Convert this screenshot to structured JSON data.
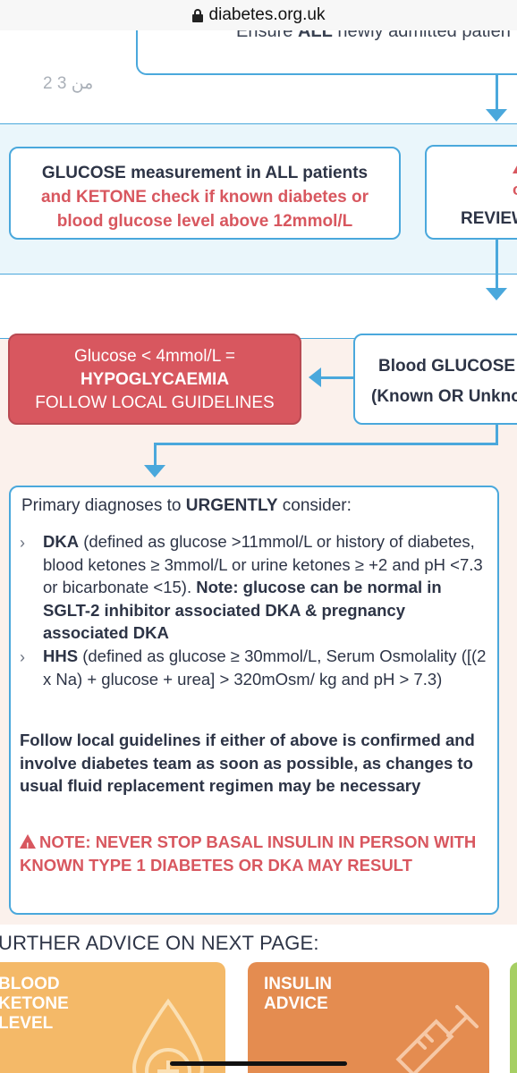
{
  "browser": {
    "url": "diabetes.org.uk"
  },
  "page_number": "2 من 3",
  "top_box": {
    "text_prefix": "Ensure ",
    "text_bold": "ALL",
    "text_suffix": " newly admitted patien"
  },
  "glucose_box": {
    "line1_bold": "GLUCOSE measurement in ALL patients",
    "line2_a": "and KETONE check ",
    "line2_b": "if known diabetes or",
    "line3": "blood glucose level above 12mmol/L"
  },
  "review_box": {
    "o": "o",
    "label": "REVIEW"
  },
  "hypo_box": {
    "line1": "Glucose < 4mmol/L =",
    "line2": "HYPOGLYCAEMIA",
    "line3": "FOLLOW LOCAL GUIDELINES"
  },
  "blood_glucose_box": {
    "line1": "Blood GLUCOSE",
    "line2": "(Known OR Unkno"
  },
  "diagnoses": {
    "intro_prefix": "Primary diagnoses to ",
    "intro_bold": "URGENTLY",
    "intro_suffix": " consider:",
    "bullet": "›",
    "dka_bold": "DKA",
    "dka_text": " (defined as glucose >11mmol/L or history of diabetes, blood ketones ≥ 3mmol/L or urine ketones ≥ +2 and pH <7.3 or bicarbonate <15). ",
    "dka_note": "Note: glucose can be normal in SGLT-2 inhibitor associated DKA & pregnancy associated DKA",
    "hhs_bold": "HHS",
    "hhs_text": " (defined as glucose ≥ 30mmol/L, Serum Osmolality ([(2 x Na) + glucose + urea] > 320mOsm/ kg and pH > 7.3)",
    "follow": "Follow local guidelines if either of above is confirmed and involve diabetes team as soon as possible, as changes to usual fluid replacement regimen may be necessary",
    "warning": "NOTE: NEVER STOP BASAL INSULIN IN PERSON WITH KNOWN TYPE 1 DIABETES OR DKA MAY RESULT"
  },
  "further_advice": "URTHER ADVICE ON NEXT PAGE:",
  "cards": {
    "ketone": {
      "line1": "BLOOD",
      "line2": "KETONE",
      "line3": "LEVEL"
    },
    "insulin": {
      "line1": "INSULIN",
      "line2": "ADVICE"
    }
  },
  "colors": {
    "accent_blue": "#4aa8dc",
    "alert_red": "#d8575f",
    "card_yellow": "#f4b968",
    "card_orange": "#e48c50",
    "card_green": "#a6cf63"
  }
}
